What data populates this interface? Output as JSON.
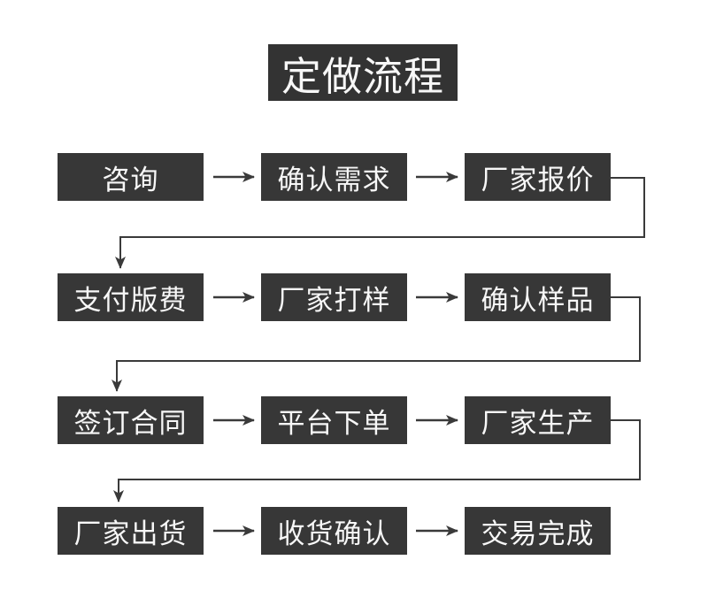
{
  "process": {
    "title": "定做流程",
    "steps": [
      {
        "label": "咨询"
      },
      {
        "label": "确认需求"
      },
      {
        "label": "厂家报价"
      },
      {
        "label": "支付版费"
      },
      {
        "label": "厂家打样"
      },
      {
        "label": "确认样品"
      },
      {
        "label": "签订合同"
      },
      {
        "label": "平台下单"
      },
      {
        "label": "厂家生产"
      },
      {
        "label": "厂家出货"
      },
      {
        "label": "收货确认"
      },
      {
        "label": "交易完成"
      }
    ]
  },
  "colors": {
    "box_fill": "#373737",
    "title_fill": "#333333",
    "text": "#f7f7f7",
    "arrow": "#3a3a3a",
    "background": "#ffffff"
  }
}
